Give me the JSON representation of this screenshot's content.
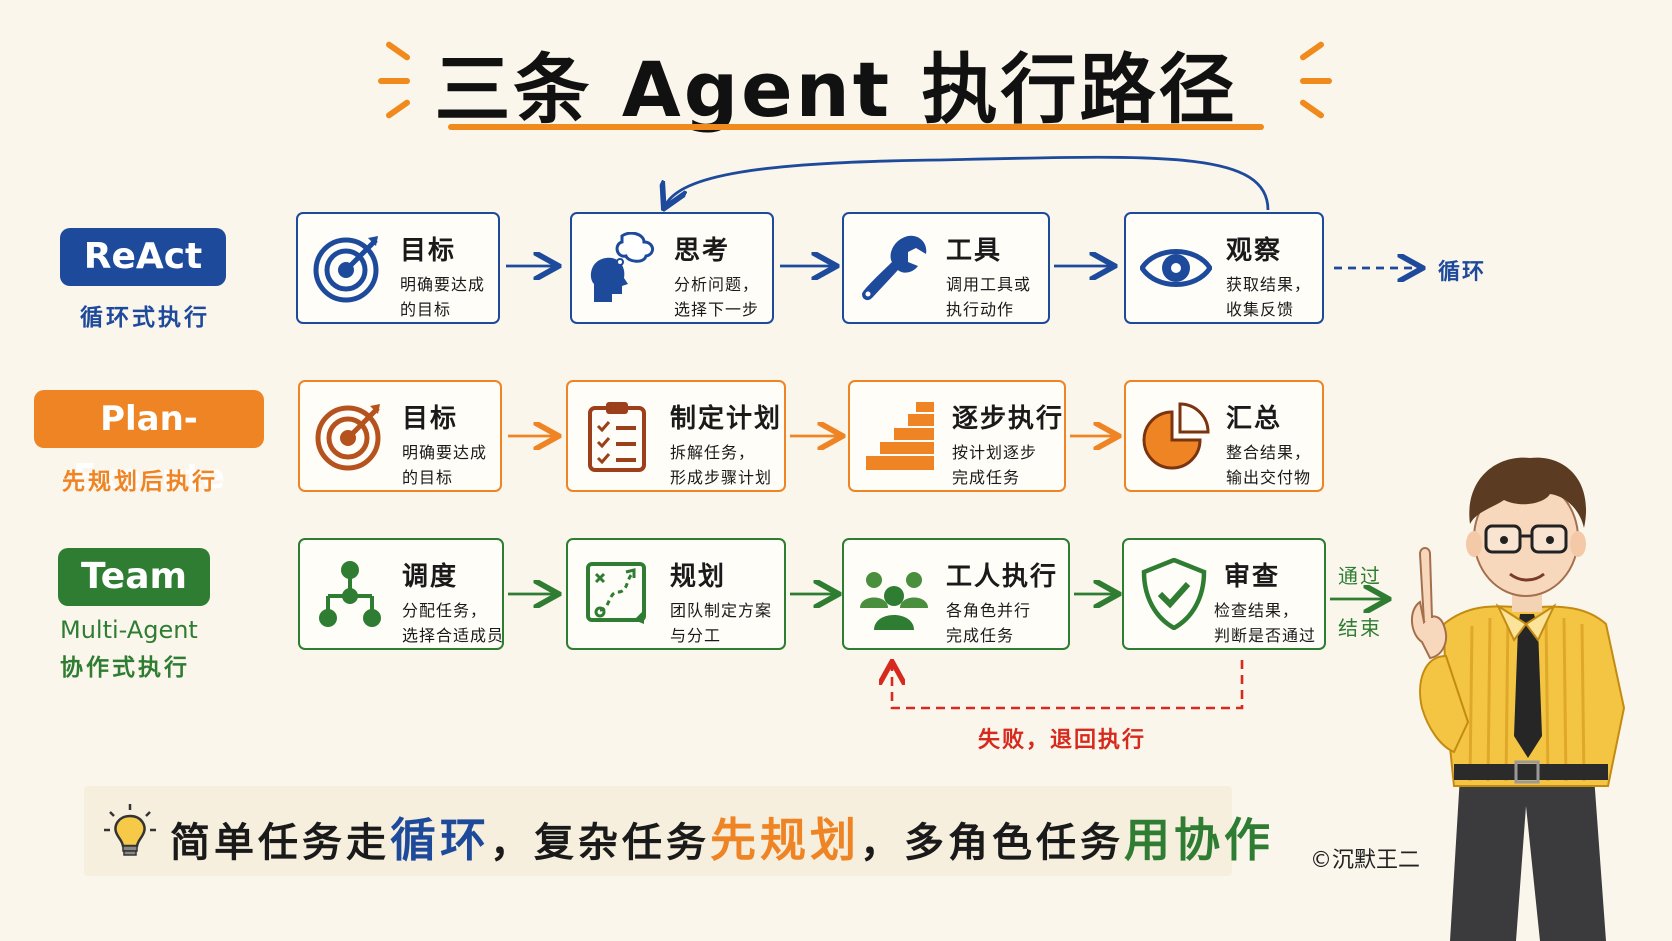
{
  "title": "三条 Agent 执行路径",
  "colors": {
    "blue": "#1e4a9c",
    "orange": "#ef8424",
    "green": "#2e7d32",
    "red": "#d62a1e",
    "accent": "#f08a1c"
  },
  "rows": {
    "react": {
      "badge": "ReAct",
      "subtitle": "循环式执行",
      "nodes": [
        {
          "title": "目标",
          "desc1": "明确要达成",
          "desc2": "的目标",
          "icon": "target-icon"
        },
        {
          "title": "思考",
          "desc1": "分析问题，",
          "desc2": "选择下一步",
          "icon": "thinking-head-icon"
        },
        {
          "title": "工具",
          "desc1": "调用工具或",
          "desc2": "执行动作",
          "icon": "wrench-icon"
        },
        {
          "title": "观察",
          "desc1": "获取结果，",
          "desc2": "收集反馈",
          "icon": "eye-icon"
        }
      ],
      "end_label": "循环"
    },
    "plan": {
      "badge": "Plan-Execute",
      "subtitle": "先规划后执行",
      "nodes": [
        {
          "title": "目标",
          "desc1": "明确要达成",
          "desc2": "的目标",
          "icon": "target-icon"
        },
        {
          "title": "制定计划",
          "desc1": "拆解任务，",
          "desc2": "形成步骤计划",
          "icon": "clipboard-checklist-icon"
        },
        {
          "title": "逐步执行",
          "desc1": "按计划逐步",
          "desc2": "完成任务",
          "icon": "stairs-icon"
        },
        {
          "title": "汇总",
          "desc1": "整合结果，",
          "desc2": "输出交付物",
          "icon": "pie-chart-icon"
        }
      ]
    },
    "team": {
      "badge": "Team",
      "subtitle1": "Multi-Agent",
      "subtitle2": "协作式执行",
      "nodes": [
        {
          "title": "调度",
          "desc1": "分配任务，",
          "desc2": "选择合适成员",
          "icon": "org-chart-icon"
        },
        {
          "title": "规划",
          "desc1": "团队制定方案",
          "desc2": "与分工",
          "icon": "strategy-board-icon"
        },
        {
          "title": "工人执行",
          "desc1": "各角色并行",
          "desc2": "完成任务",
          "icon": "team-people-icon"
        },
        {
          "title": "审查",
          "desc1": "检查结果，",
          "desc2": "判断是否通过",
          "icon": "shield-check-icon"
        }
      ],
      "pass_label1": "通过",
      "pass_label2": "结束",
      "fail_label": "失败，退回执行"
    }
  },
  "tip": {
    "p1": "简单任务走",
    "h1": "循环",
    "p2": "，复杂任务",
    "h2": "先规划",
    "p3": "，多角色任务",
    "h3": "用协作",
    "icon": "lightbulb-icon"
  },
  "copyright": "©沉默王二"
}
